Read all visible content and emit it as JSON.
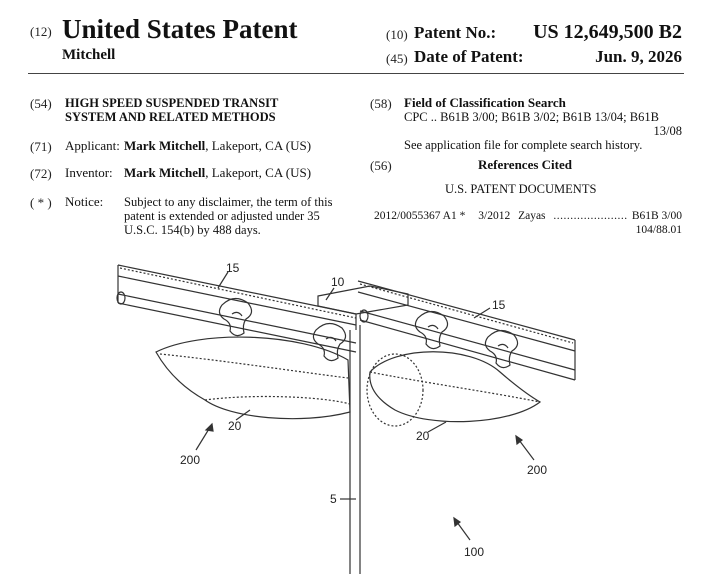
{
  "header": {
    "left_code": "(12)",
    "doc_type": "United States Patent",
    "inventor_surname": "Mitchell",
    "patent_no_code": "(10)",
    "patent_no_label": "Patent No.:",
    "patent_no_value": "US 12,649,500 B2",
    "date_code": "(45)",
    "date_label": "Date of Patent:",
    "date_value": "Jun. 9, 2026"
  },
  "left": {
    "title_code": "(54)",
    "title_line1": "HIGH SPEED SUSPENDED TRANSIT",
    "title_line2": "SYSTEM AND RELATED METHODS",
    "applicant_code": "(71)",
    "applicant_label": "Applicant:",
    "applicant_name": "Mark Mitchell",
    "applicant_loc": ", Lakeport, CA (US)",
    "inventor_code": "(72)",
    "inventor_label": "Inventor:",
    "inventor_name": "Mark Mitchell",
    "inventor_loc": ", Lakeport, CA (US)",
    "notice_code": "( * )",
    "notice_label": "Notice:",
    "notice_line1": "Subject to any disclaimer, the term of this",
    "notice_line2": "patent is extended or adjusted under 35",
    "notice_line3": "U.S.C. 154(b) by 488 days."
  },
  "right": {
    "field_code": "(58)",
    "field_title": "Field of Classification Search",
    "cpc_line1": "CPC .. B61B 3/00; B61B 3/02; B61B 13/04; B61B",
    "cpc_line2": "13/08",
    "see_app": "See application file for complete search history.",
    "refs_code": "(56)",
    "refs_title": "References Cited",
    "us_docs": "U.S. PATENT DOCUMENTS",
    "ref_number": "2012/0055367 A1 *",
    "ref_date": "3/2012",
    "ref_name": "Zayas",
    "ref_dots": "......................",
    "ref_class1": "B61B 3/00",
    "ref_class2": "104/88.01"
  },
  "figure": {
    "labels": {
      "rail_left": "15",
      "support": "10",
      "rail_right": "15",
      "pod_left": "20",
      "pod_right": "20",
      "system_left": "200",
      "system_right": "200",
      "pole": "5",
      "overall": "100"
    }
  }
}
